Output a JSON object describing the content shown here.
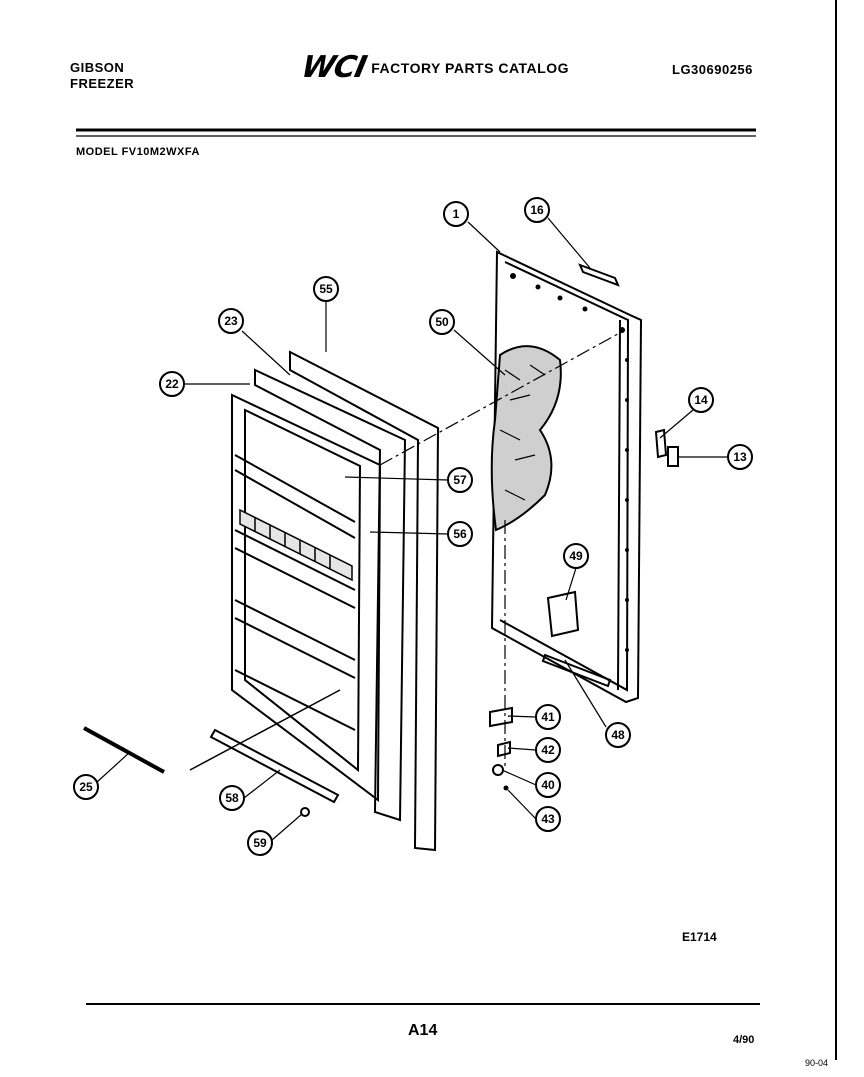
{
  "header": {
    "brand_line1": "GIBSON",
    "brand_line2": "FREEZER",
    "logo": "WCI",
    "catalog_title": "FACTORY PARTS CATALOG",
    "doc_number": "LG30690256"
  },
  "model_label": "MODEL FV10M2WXFA",
  "drawing_number": "E1714",
  "page_number": "A14",
  "date": "4/90",
  "stamp": "90-04",
  "callouts": [
    {
      "label": "1"
    },
    {
      "label": "16"
    },
    {
      "label": "55"
    },
    {
      "label": "23"
    },
    {
      "label": "50"
    },
    {
      "label": "22"
    },
    {
      "label": "14"
    },
    {
      "label": "13"
    },
    {
      "label": "57"
    },
    {
      "label": "56"
    },
    {
      "label": "49"
    },
    {
      "label": "41"
    },
    {
      "label": "42"
    },
    {
      "label": "48"
    },
    {
      "label": "40"
    },
    {
      "label": "43"
    },
    {
      "label": "25"
    },
    {
      "label": "58"
    },
    {
      "label": "59"
    }
  ]
}
